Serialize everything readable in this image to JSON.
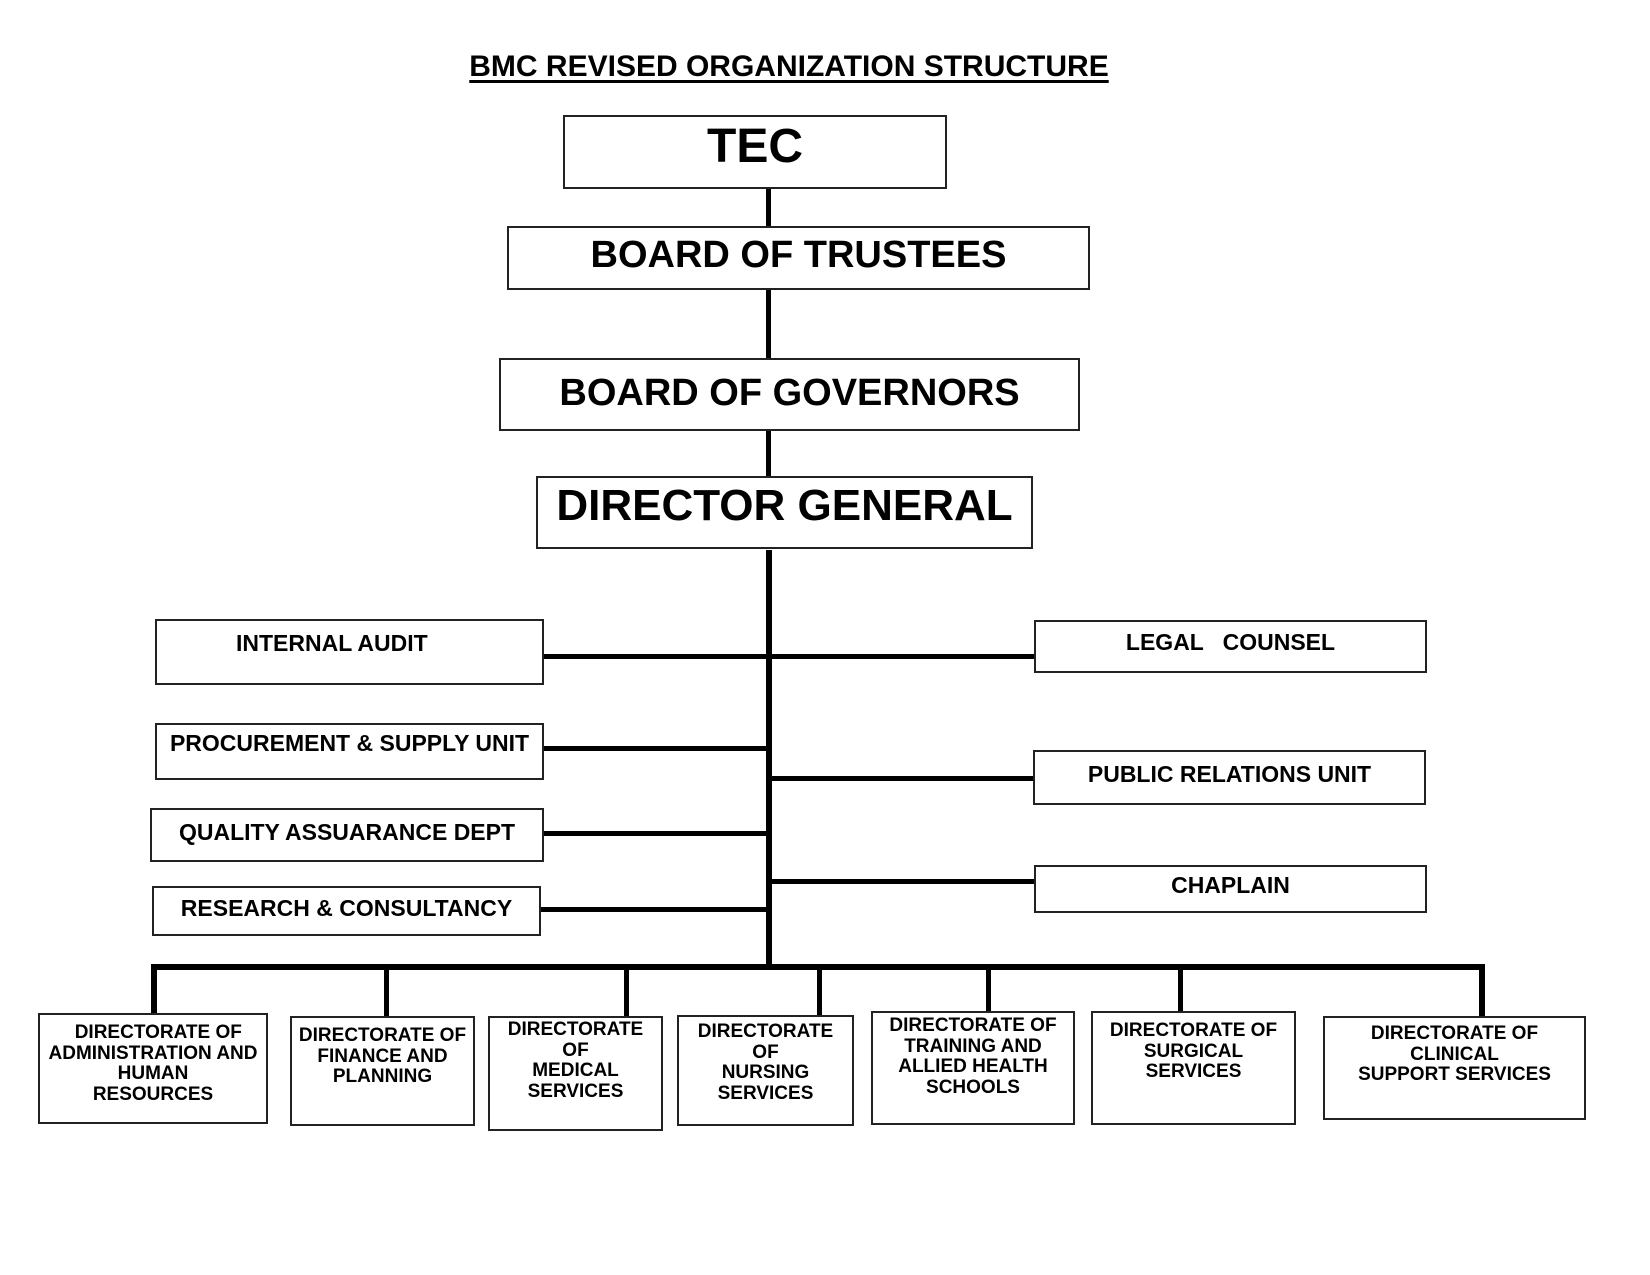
{
  "title": "BMC REVISED ORGANIZATION STRUCTURE",
  "top_chain": [
    {
      "id": "tec",
      "label": "TEC"
    },
    {
      "id": "board-of-trustees",
      "label": "BOARD OF TRUSTEES"
    },
    {
      "id": "board-of-governors",
      "label": "BOARD OF GOVERNORS"
    },
    {
      "id": "director-general",
      "label": "DIRECTOR GENERAL"
    }
  ],
  "left_units": [
    {
      "label": "INTERNAL AUDIT"
    },
    {
      "label": "PROCUREMENT & SUPPLY UNIT"
    },
    {
      "label": "QUALITY ASSUARANCE DEPT"
    },
    {
      "label": "RESEARCH & CONSULTANCY"
    }
  ],
  "right_units": [
    {
      "label": "LEGAL   COUNSEL"
    },
    {
      "label": "PUBLIC RELATIONS UNIT"
    },
    {
      "label": "CHAPLAIN"
    }
  ],
  "directorates": [
    {
      "label": "  DIRECTORATE OF\nADMINISTRATION AND\nHUMAN\nRESOURCES"
    },
    {
      "label": "DIRECTORATE OF\nFINANCE AND\nPLANNING"
    },
    {
      "label": "DIRECTORATE\nOF\nMEDICAL\nSERVICES"
    },
    {
      "label": "DIRECTORATE\nOF\nNURSING\nSERVICES"
    },
    {
      "label": "DIRECTORATE OF\nTRAINING AND\nALLIED HEALTH\nSCHOOLS"
    },
    {
      "label": "DIRECTORATE OF\nSURGICAL\nSERVICES"
    },
    {
      "label": "DIRECTORATE OF\nCLINICAL\nSUPPORT SERVICES"
    }
  ]
}
